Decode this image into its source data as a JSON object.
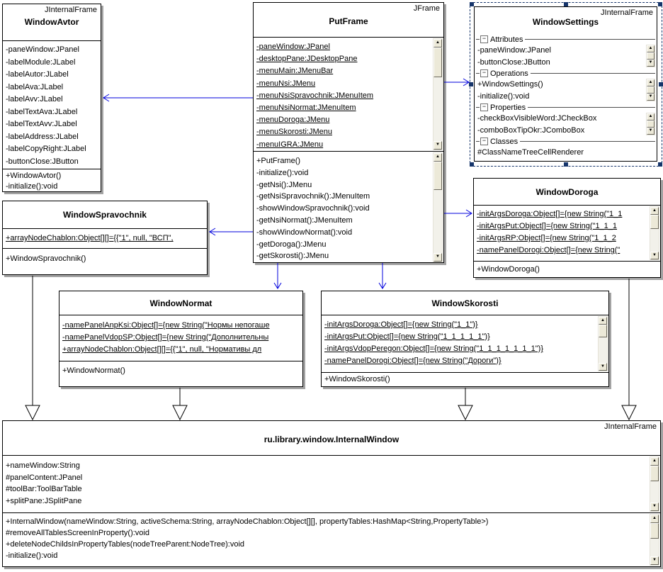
{
  "colors": {
    "association_blue": "#0000dd",
    "generalization_black": "#000000",
    "selection_navy": "#16356b",
    "box_shadow_gray": "#a3a3a3"
  },
  "classes": {
    "window_avtor": {
      "stereotype": "JInternalFrame",
      "title": "WindowAvtor",
      "attributes": [
        "-paneWindow:JPanel",
        "-labelModule:JLabel",
        "-labelAutor:JLabel",
        "-labelAva:JLabel",
        "-labelAvv:JLabel",
        "-labelTextAva:JLabel",
        "-labelTextAvv:JLabel",
        "-labelAddress:JLabel",
        "-labelCopyRight:JLabel",
        "-buttonClose:JButton"
      ],
      "methods": [
        "+WindowAvtor()",
        "-initialize():void"
      ]
    },
    "put_frame": {
      "stereotype": "JFrame",
      "title": "PutFrame",
      "attributes": [
        "-paneWindow:JPanel",
        "-desktopPane:JDesktopPane",
        "-menuMain:JMenuBar",
        "-menuNsi:JMenu",
        "-menuNsiSpravochnik:JMenuItem",
        "-menuNsiNormat:JMenuItem",
        "-menuDoroga:JMenu",
        "-menuSkorosti:JMenu",
        "-menuIGRA:JMenu"
      ],
      "methods": [
        "+PutFrame()",
        "-initialize():void",
        "-getNsi():JMenu",
        "-getNsiSpravochnik():JMenuItem",
        "-showWindowSpravochnik():void",
        "-getNsiNormat():JMenuItem",
        "-showWindowNormat():void",
        "-getDoroga():JMenu",
        "-getSkorosti():JMenu"
      ]
    },
    "window_settings": {
      "stereotype": "JInternalFrame",
      "title": "WindowSettings",
      "groups": [
        {
          "label": "Attributes",
          "items": [
            "-paneWindow:JPanel",
            "-buttonClose:JButton"
          ]
        },
        {
          "label": "Operations",
          "items": [
            "+WindowSettings()",
            "-initialize():void"
          ]
        },
        {
          "label": "Properties",
          "items": [
            "-checkBoxVisibleWord:JCheckBox",
            "-comboBoxTipOkr:JComboBox"
          ]
        },
        {
          "label": "Classes",
          "items": [
            "#ClassNameTreeCellRenderer"
          ]
        }
      ]
    },
    "window_spravochnik": {
      "title": "WindowSpravochnik",
      "attributes": [
        "+arrayNodeChablon:Object[][]={{\"1\", null, \"ВСП\","
      ],
      "methods": [
        "+WindowSpravochnik()"
      ]
    },
    "window_doroga": {
      "title": "WindowDoroga",
      "attributes": [
        "-initArgsDoroga:Object[]={new String(\"1_1",
        "-initArgsPut:Object[]={new String(\"1_1_1",
        "-initArgsRP:Object[]={new String(\"1_1_2",
        "-namePanelDorogi:Object[]={new String(\""
      ],
      "methods": [
        "+WindowDoroga()"
      ]
    },
    "window_normat": {
      "title": "WindowNormat",
      "attributes": [
        "-namePanelAnpKsi:Object[]={new String(\"Нормы непогаше",
        "-namePanelVdopSP:Object[]={new String(\"Дополнительны",
        "+arrayNodeChablon:Object[][]={{\"1\", null, \"Нормативы дл"
      ],
      "methods": [
        "+WindowNormat()"
      ]
    },
    "window_skorosti": {
      "title": "WindowSkorosti",
      "attributes": [
        "-initArgsDoroga:Object[]={new String(\"1_1\")}",
        "-initArgsPut:Object[]={new String(\"1_1_1_1_1\")}",
        "-initArgsVdopPeregon:Object[]={new String(\"1_1_1_1_1_1_1\")}",
        "-namePanelDorogi:Object[]={new String(\"Дороги\")}"
      ],
      "methods": [
        "+WindowSkorosti()"
      ]
    },
    "internal_window": {
      "stereotype": "JInternalFrame",
      "title": "ru.library.window.InternalWindow",
      "attributes": [
        "+nameWindow:String",
        "#panelContent:JPanel",
        "#toolBar:ToolBarTable",
        "+splitPane:JSplitPane"
      ],
      "methods": [
        "+InternalWindow(nameWindow:String, activeSchema:String, arrayNodeChablon:Object[][], propertyTables:HashMap<String,PropertyTable>)",
        "#removeAllTablesScreenInProperty():void",
        "+deleteNodeChildsInPropertyTables(nodeTreeParent:NodeTree):void",
        "-initialize():void"
      ]
    }
  }
}
